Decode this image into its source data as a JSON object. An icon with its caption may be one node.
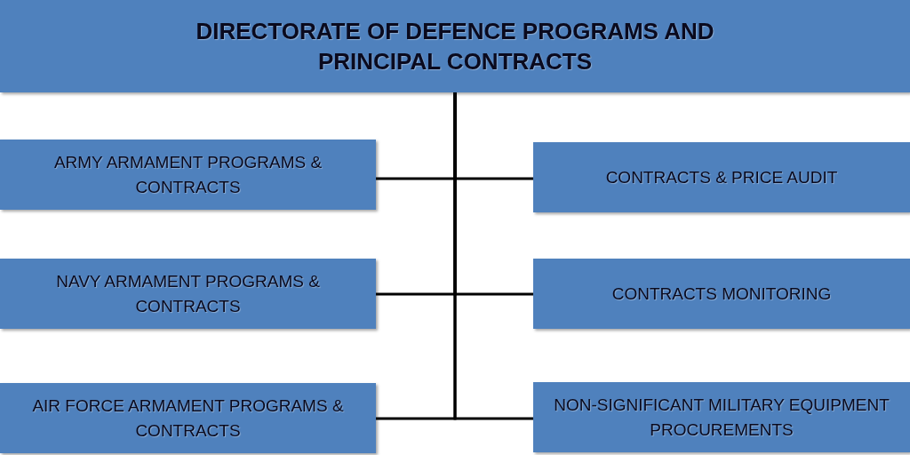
{
  "diagram": {
    "nodes": [
      {
        "text": [
          "DIRECTORATE OF DEFENCE PROGRAMS AND PRINCIPAL CONTRACTS"
        ]
      },
      {
        "text": [
          "ARMY ARMAMENT PROGRAMS & CONTRACTS"
        ]
      },
      {
        "text": [
          "CONTRACTS & PRICE AUDIT"
        ]
      },
      {
        "text": [
          "NAVY ARMAMENT PROGRAMS & CONTRACTS"
        ]
      },
      {
        "text": [
          "CONTRACTS MONITORING"
        ]
      },
      {
        "text": [
          "AIR FORCE ARMAMENT PROGRAMS & CONTRACTS"
        ]
      },
      {
        "text": [
          "NON-SIGNIFICANT MILITARY EQUIPMENT PROCUREMENTS"
        ]
      }
    ],
    "edges": [
      {
        "from": 0,
        "to": 1,
        "arrow": "none"
      },
      {
        "from": 0,
        "to": 2,
        "arrow": "none"
      },
      {
        "from": 0,
        "to": 3,
        "arrow": "none"
      },
      {
        "from": 0,
        "to": 4,
        "arrow": "none"
      },
      {
        "from": 0,
        "to": 5,
        "arrow": "none"
      },
      {
        "from": 0,
        "to": 6,
        "arrow": "none"
      }
    ]
  }
}
